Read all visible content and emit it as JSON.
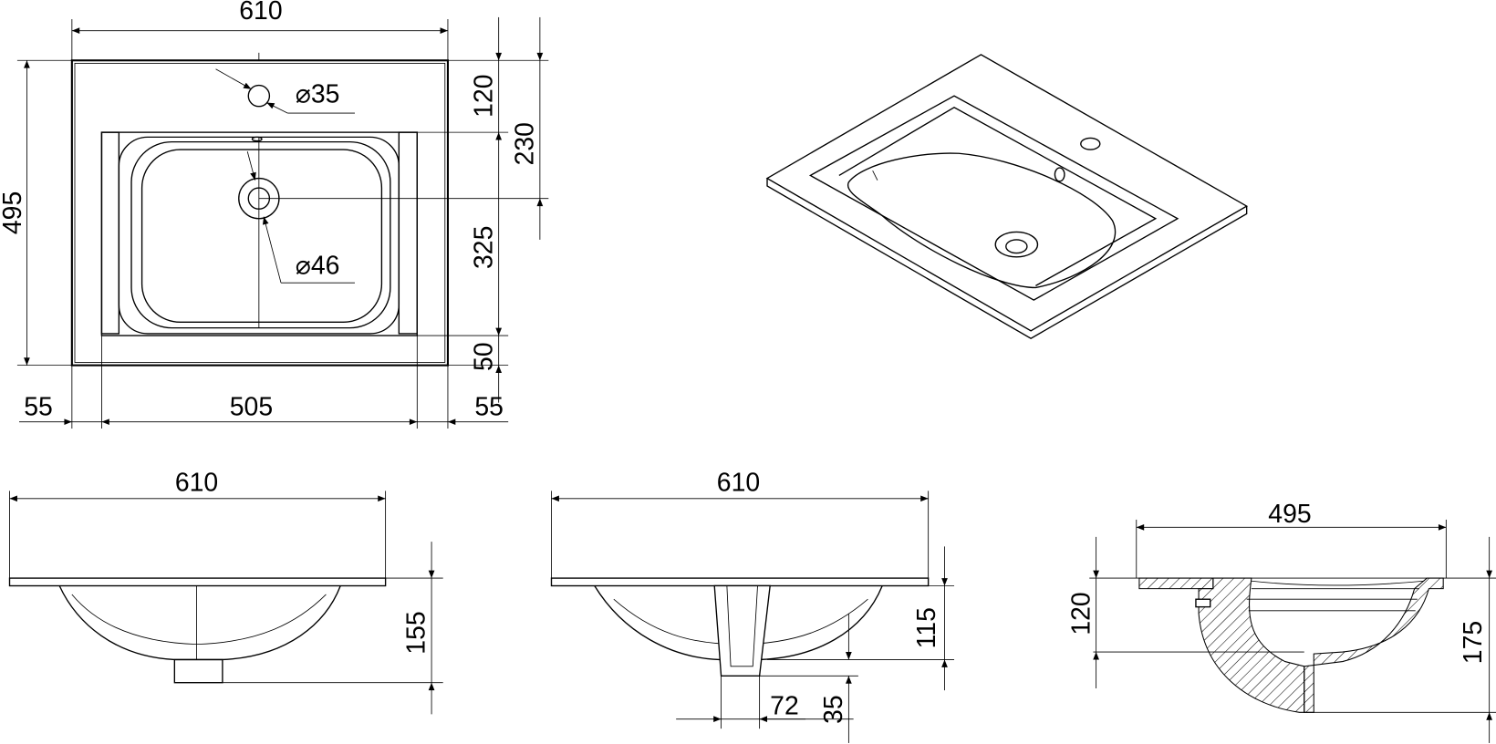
{
  "plan_view": {
    "width_total": "610",
    "depth_total": "495",
    "dim_tap_offset": "120",
    "dim_drain_offset": "230",
    "dim_bowl_depth": "325",
    "dim_front_margin": "50",
    "dim_side_left": "55",
    "dim_bowl_width": "505",
    "dim_side_right": "55",
    "tap_hole_diameter": "⌀35",
    "drain_diameter": "⌀46"
  },
  "front_view": {
    "width": "610",
    "height": "155"
  },
  "side_view": {
    "width": "610",
    "height": "115",
    "outlet_width": "72",
    "outlet_height": "35"
  },
  "section_view": {
    "depth": "495",
    "bowl_depth": "120",
    "total_height": "175"
  },
  "colors": {
    "line": "#000000",
    "background": "#ffffff"
  }
}
